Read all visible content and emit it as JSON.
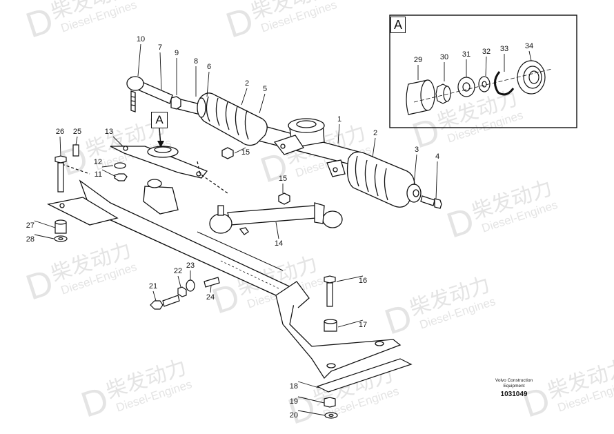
{
  "watermark": {
    "brand_cn": "柴发动力",
    "brand_en": "Diesel-Engines"
  },
  "detail_view": {
    "label": "A",
    "flag_label": "A"
  },
  "part_numbers": [
    "1",
    "2",
    "2",
    "3",
    "4",
    "5",
    "6",
    "7",
    "8",
    "9",
    "10",
    "11",
    "12",
    "13",
    "14",
    "15",
    "15",
    "16",
    "17",
    "18",
    "19",
    "20",
    "21",
    "22",
    "23",
    "24",
    "25",
    "26",
    "27",
    "28",
    "29",
    "30",
    "31",
    "32",
    "33",
    "34"
  ],
  "title_block": {
    "maker_line1": "Volvo Construction",
    "maker_line2": "Equipment",
    "drawing_number": "1031049"
  }
}
